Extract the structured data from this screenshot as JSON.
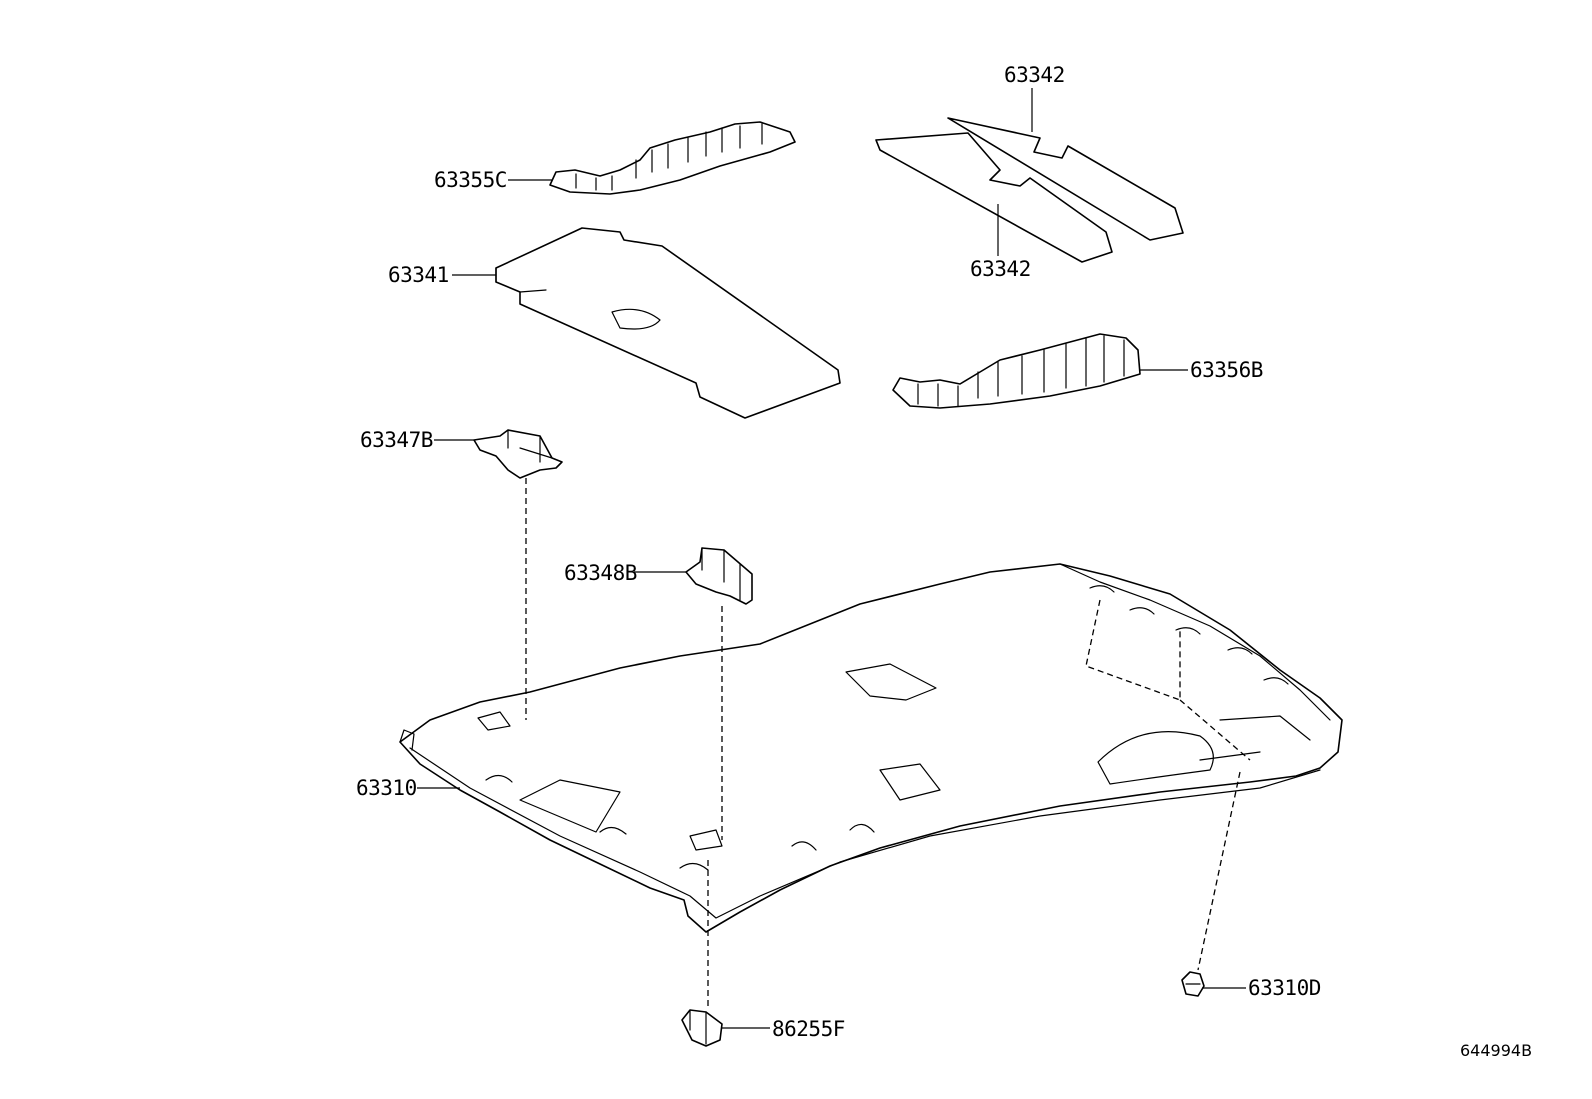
{
  "parts": {
    "p63342_top": "63342",
    "p63342_bottom": "63342",
    "p63355C": "63355C",
    "p63341": "63341",
    "p63356B": "63356B",
    "p63347B": "63347B",
    "p63348B": "63348B",
    "p63310": "63310",
    "p63310D": "63310D",
    "p86255F": "86255F"
  },
  "diagram_ref": "644994B",
  "colors": {
    "line": "#000000",
    "background": "#ffffff"
  }
}
